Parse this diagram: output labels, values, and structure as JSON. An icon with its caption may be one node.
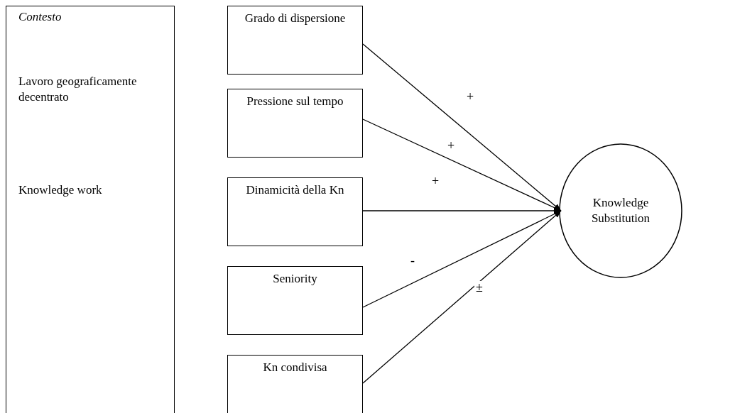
{
  "diagram": {
    "nodes": [
      {
        "text": [
          "Contesto",
          "Lavoro geograficamente decentrato",
          "Knowledge work"
        ]
      },
      {
        "text": [
          "Grado di dispersione"
        ]
      },
      {
        "text": [
          "Pressione sul tempo"
        ]
      },
      {
        "text": [
          "Dinamicità della Kn"
        ]
      },
      {
        "text": [
          "Seniority"
        ]
      },
      {
        "text": [
          "Kn condivisa"
        ]
      },
      {
        "text": [
          "Knowledge Substitution"
        ]
      }
    ],
    "edges": [
      {
        "from": 1,
        "to": 6,
        "arrow": "to",
        "label": "+"
      },
      {
        "from": 2,
        "to": 6,
        "arrow": "to",
        "label": "+"
      },
      {
        "from": 3,
        "to": 6,
        "arrow": "to",
        "label": "+"
      },
      {
        "from": 4,
        "to": 6,
        "arrow": "to",
        "label": "-"
      },
      {
        "from": 5,
        "to": 6,
        "arrow": "to",
        "label": "±"
      }
    ]
  }
}
